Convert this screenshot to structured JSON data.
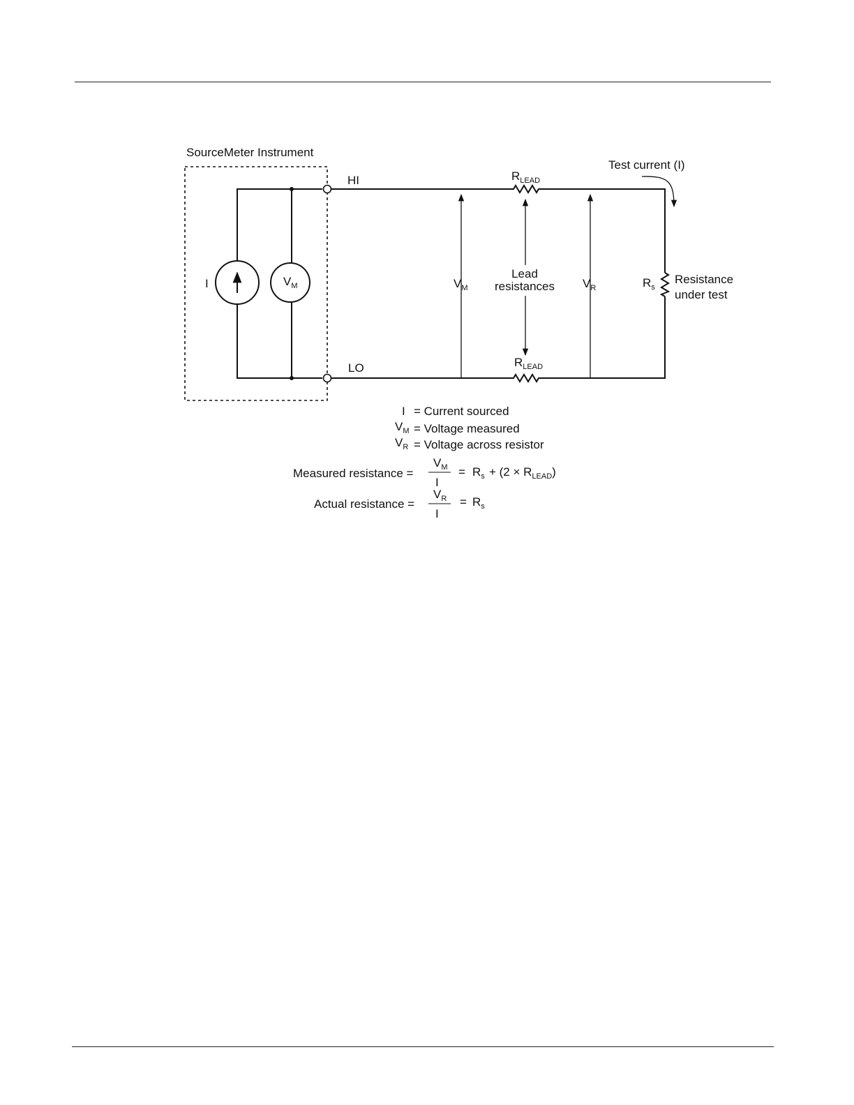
{
  "diagram": {
    "instrument_label": "SourceMeter Instrument",
    "hi_label": "HI",
    "lo_label": "LO",
    "source_current": "I",
    "meter": {
      "main": "V",
      "sub": "M"
    },
    "r_lead_top": {
      "main": "R",
      "sub": "LEAD"
    },
    "r_lead_bottom": {
      "main": "R",
      "sub": "LEAD"
    },
    "test_current": "Test current (I)",
    "vm_arrow": {
      "main": "V",
      "sub": "M"
    },
    "vr_arrow": {
      "main": "V",
      "sub": "R"
    },
    "lead_resistances": [
      "Lead",
      "resistances"
    ],
    "rs_label": {
      "main": "R",
      "sub": "s"
    },
    "resistance_under_test": [
      "Resistance",
      "under test"
    ]
  },
  "legend": {
    "i_symbol": "I",
    "i_desc": "= Current sourced",
    "vm_symbol": {
      "main": "V",
      "sub": "M"
    },
    "vm_desc": "= Voltage measured",
    "vr_symbol": {
      "main": "V",
      "sub": "R"
    },
    "vr_desc": "= Voltage across resistor"
  },
  "equations": {
    "measured_label": "Measured resistance =",
    "measured_num": {
      "main": "V",
      "sub": "M"
    },
    "measured_den": "I",
    "measured_eq": "=",
    "measured_rs": {
      "main": "R",
      "sub": "s"
    },
    "measured_rest": "+ (2 × R",
    "measured_rest_sub": "LEAD",
    "measured_close": ")",
    "actual_label": "Actual resistance =",
    "actual_num": {
      "main": "V",
      "sub": "R"
    },
    "actual_den": "I",
    "actual_eq": "=",
    "actual_rs": {
      "main": "R",
      "sub": "s"
    }
  }
}
